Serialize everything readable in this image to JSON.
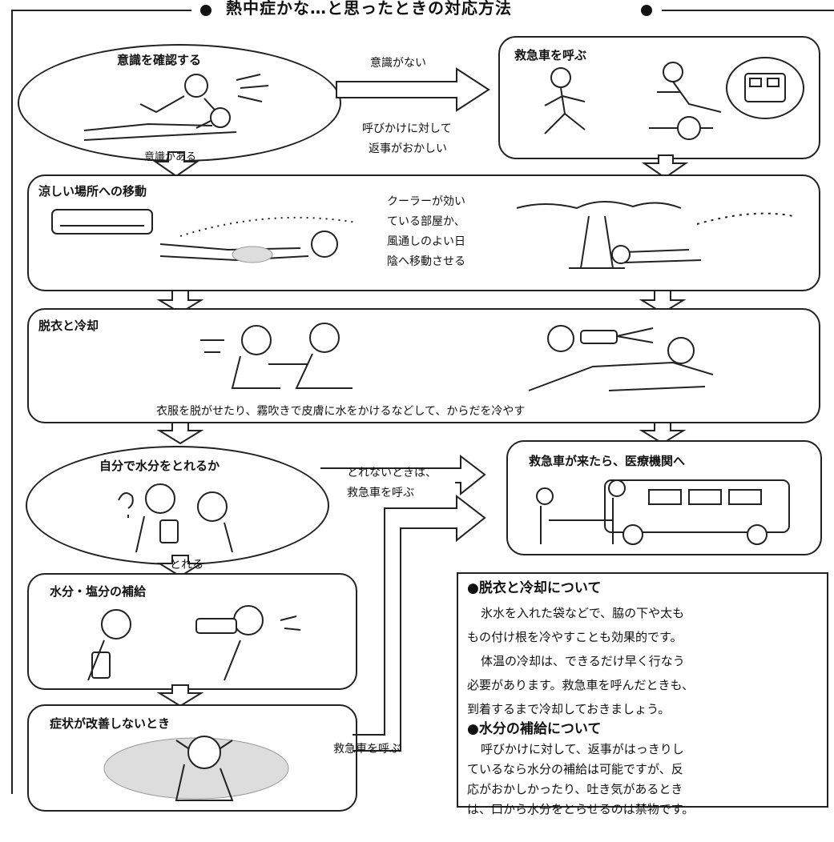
{
  "title": "熱中症かな…と思ったときの対応方法",
  "nodes": {
    "check": "意識を確認する",
    "ambulance": "救急車を呼ぶ",
    "move": "涼しい場所への移動",
    "cool": "脱衣と冷却",
    "water_q": "自分で水分をとれるか",
    "hospital": "救急車が来たら、医療機関へ",
    "supply": "水分・塩分の補給",
    "no_improve": "症状が改善しないとき"
  },
  "edges": {
    "unconscious": "意識がない",
    "odd_response_1": "呼びかけに対して",
    "odd_response_2": "返事がおかしい",
    "conscious": "意識がある",
    "cannot_1": "とれないときは、",
    "cannot_2": "救急車を呼ぶ",
    "can": "とれる",
    "call_ambulance": "救急車を呼ぶ"
  },
  "move_text": [
    "クーラーが効い",
    "ている部屋か、",
    "風通しのよい日",
    "陰へ移動させる"
  ],
  "cool_caption": "衣服を脱がせたり、霧吹きで皮膚に水をかけるなどして、からだを冷やす",
  "notes": {
    "h1": "●脱衣と冷却について",
    "p1": [
      "氷水を入れた袋などで、脇の下や太も",
      "もの付け根を冷やすことも効果的です。",
      "体温の冷却は、できるだけ早く行なう",
      "必要があります。救急車を呼んだときも、",
      "到着するまで冷却しておきましょう。"
    ],
    "h2": "●水分の補給について",
    "p2": [
      "呼びかけに対して、返事がはっきりし",
      "ているなら水分の補給は可能ですが、反",
      "応がおかしかったり、吐き気があるとき",
      "は、口から水分をとらせるのは禁物です。"
    ]
  },
  "icons": [
    "person-lying-icon",
    "person-running-icon",
    "ambulance-icon",
    "air-conditioner-icon",
    "tree-icon",
    "spray-bottle-icon",
    "bottle-icon",
    "person-drinking-icon",
    "person-distressed-icon"
  ]
}
